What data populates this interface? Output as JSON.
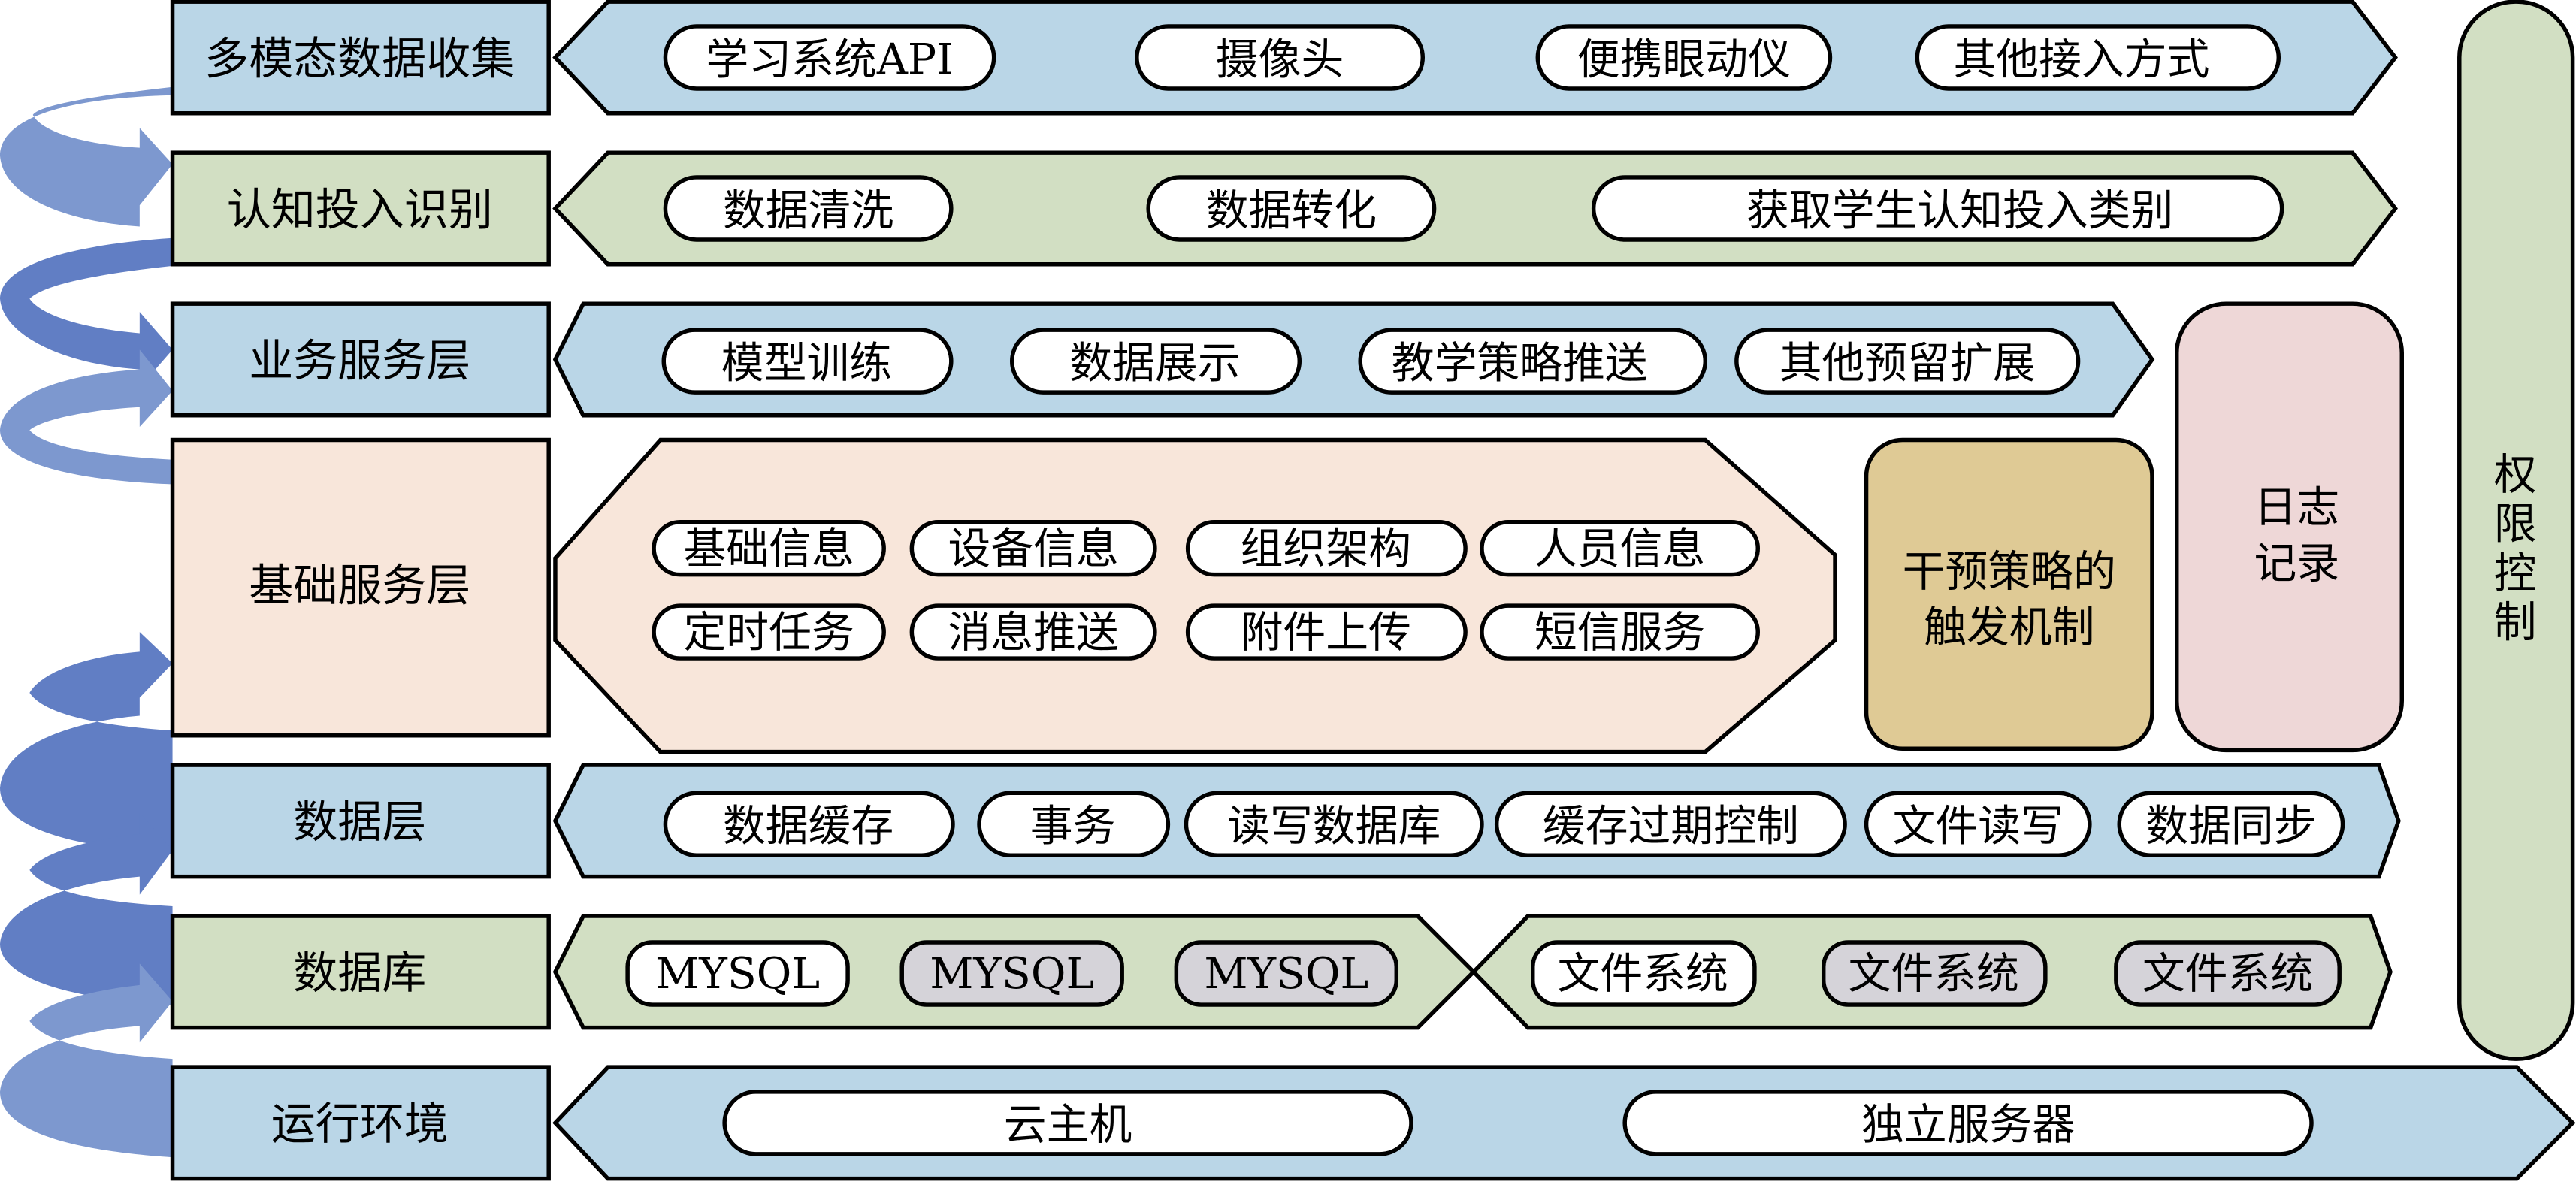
{
  "colors": {
    "blue_fill": "#bad6e7",
    "green_fill": "#d2dfc3",
    "peach_fill": "#f8e6da",
    "gold_fill": "#dfca95",
    "pink_fill": "#eed7d7",
    "pill_white": "#ffffff",
    "pill_gray": "#d5d3d9",
    "arrow_dark": "#617ec4",
    "arrow_light": "#7d98cf",
    "stroke": "#000000"
  },
  "layers": [
    {
      "label": "多模态数据收集",
      "fill": "blue",
      "items": [
        "学习系统API",
        "摄像头",
        "便携眼动仪",
        "其他接入方式"
      ]
    },
    {
      "label": "认知投入识别",
      "fill": "green",
      "items": [
        "数据清洗",
        "数据转化",
        "获取学生认知投入类别"
      ]
    },
    {
      "label": "业务服务层",
      "fill": "blue",
      "items": [
        "模型训练",
        "数据展示",
        "教学策略推送",
        "其他预留扩展"
      ]
    },
    {
      "label": "基础服务层",
      "fill": "peach",
      "items_row1": [
        "基础信息",
        "设备信息",
        "组织架构",
        "人员信息"
      ],
      "items_row2": [
        "定时任务",
        "消息推送",
        "附件上传",
        "短信服务"
      ]
    },
    {
      "label": "数据层",
      "fill": "blue",
      "items": [
        "数据缓存",
        "事务",
        "读写数据库",
        "缓存过期控制",
        "文件读写",
        "数据同步"
      ]
    },
    {
      "label": "数据库",
      "fill": "green",
      "db_items": [
        {
          "text": "MYSQL",
          "style": "white"
        },
        {
          "text": "MYSQL",
          "style": "gray"
        },
        {
          "text": "MYSQL",
          "style": "gray"
        }
      ],
      "fs_items": [
        {
          "text": "文件系统",
          "style": "white"
        },
        {
          "text": "文件系统",
          "style": "gray"
        },
        {
          "text": "文件系统",
          "style": "gray"
        }
      ]
    },
    {
      "label": "运行环境",
      "fill": "blue",
      "items": [
        "云主机",
        "独立服务器"
      ]
    }
  ],
  "side_boxes": {
    "trigger": {
      "line1": "干预策略的",
      "line2": "触发机制"
    },
    "log": {
      "line1": "日志",
      "line2": "记录"
    },
    "permission": {
      "chars": [
        "权",
        "限",
        "控",
        "制"
      ]
    }
  }
}
